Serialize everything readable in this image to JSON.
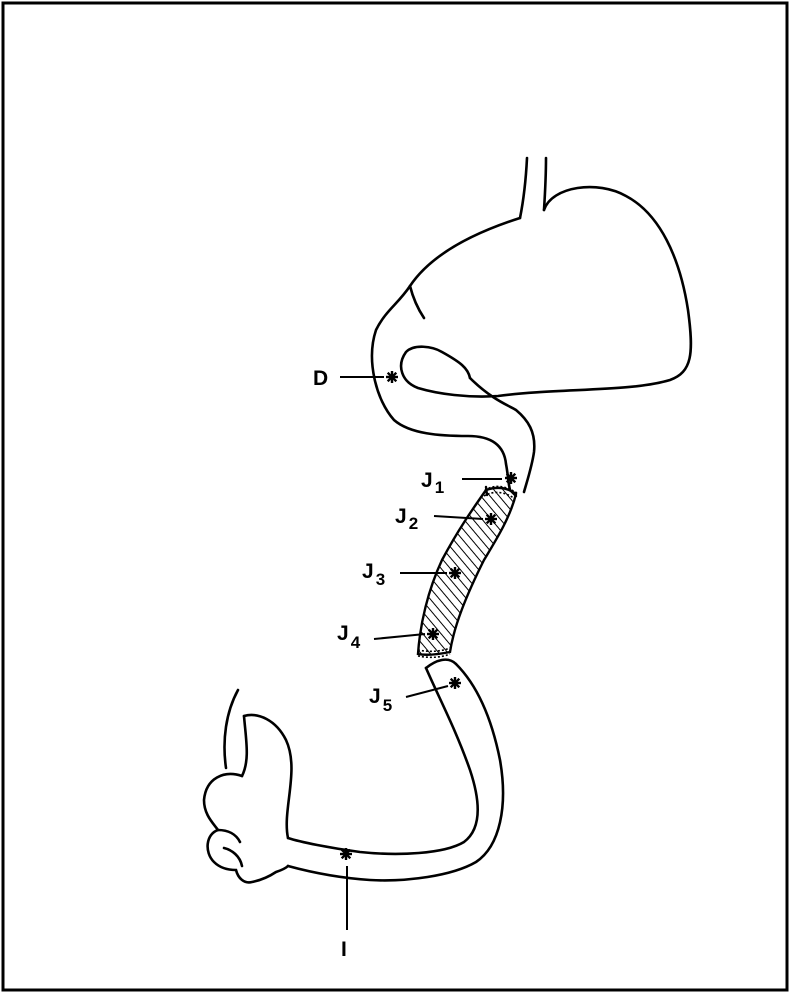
{
  "labels": {
    "d": "D",
    "j1": {
      "main": "J",
      "sub": "1"
    },
    "j2": {
      "main": "J",
      "sub": "2"
    },
    "j3": {
      "main": "J",
      "sub": "3"
    },
    "j4": {
      "main": "J",
      "sub": "4"
    },
    "j5": {
      "main": "J",
      "sub": "5"
    },
    "i": "I"
  },
  "colors": {
    "ink": "#000000",
    "background": "#ffffff",
    "segment_hatch": "#000000"
  },
  "sample_marker_icon": "asterisk-icon"
}
